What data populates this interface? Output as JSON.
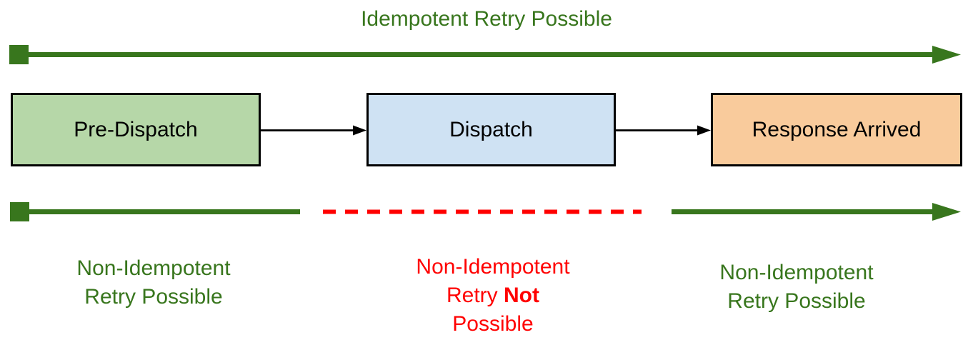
{
  "title": "Idempotent Retry Possible",
  "stages": [
    {
      "label": "Pre-Dispatch",
      "fill": "#B6D7A8"
    },
    {
      "label": "Dispatch",
      "fill": "#CFE2F3"
    },
    {
      "label": "Response Arrived",
      "fill": "#F9CB9C"
    }
  ],
  "timelines": {
    "top": {
      "meaning": "idempotent-retry-possible-span",
      "style": "solid-green-arrow-full-width"
    },
    "bottom_left": {
      "meaning": "non-idempotent-retry-possible-pre-dispatch",
      "style": "solid-green-line"
    },
    "bottom_middle": {
      "meaning": "non-idempotent-retry-not-possible-dispatch",
      "style": "red-dashed-line"
    },
    "bottom_right": {
      "meaning": "non-idempotent-retry-possible-response",
      "style": "solid-green-arrow"
    }
  },
  "bottom_labels": {
    "left": {
      "line1": "Non-Idempotent",
      "line2": "Retry Possible"
    },
    "middle": {
      "line1": "Non-Idempotent",
      "line2_pre": "Retry ",
      "line2_bold": "Not",
      "line3": "Possible"
    },
    "right": {
      "line1": "Non-Idempotent",
      "line2": "Retry Possible"
    }
  },
  "colors": {
    "green_dark": "#38761D",
    "red": "#FF0000",
    "black": "#000000",
    "fill_pre_dispatch": "#B6D7A8",
    "fill_dispatch": "#CFE2F3",
    "fill_response": "#F9CB9C",
    "bg": "#FFFFFF"
  }
}
